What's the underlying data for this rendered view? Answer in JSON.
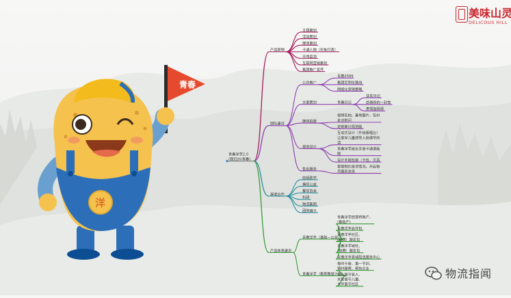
{
  "flag_text": "青春",
  "badge_text": "洋",
  "logo": {
    "cn": "美味山灵",
    "en": "DELICOUS HILL"
  },
  "watermark": "物流指闻",
  "mindmap": {
    "root": {
      "text": [
        "青春洋芋2.0",
        "(我们zhi青春)"
      ],
      "color": "#7a7a7a"
    },
    "branches": [
      {
        "text": "产品营销",
        "color": "#a3175a",
        "children": [
          {
            "text": "主题策划",
            "children": []
          },
          {
            "text": "活动策划",
            "children": []
          },
          {
            "text": "媒体策划",
            "children": []
          },
          {
            "text": "卡通人物（形象打造）",
            "children": []
          },
          {
            "text": "市场监测",
            "children": []
          },
          {
            "text": "互联网营销策划",
            "children": []
          },
          {
            "text": "集团推广宣传",
            "children": []
          }
        ]
      },
      {
        "text": "团队建设",
        "color": "#8e3fb0",
        "children": [
          {
            "text": "公共推广",
            "children": [
              {
                "text": "青春2589",
                "children": []
              },
              {
                "text": "集团定制化路线",
                "children": []
              },
              {
                "text": "网络化营销策略",
                "children": []
              }
            ]
          },
          {
            "text": "文案策划",
            "children": [
              {
                "text": "青春日记",
                "children": [
                  {
                    "text": "扶贫日记",
                    "children": []
                  },
                  {
                    "text": "给爸妈的一封信",
                    "children": []
                  },
                  {
                    "text": "表情指挥报",
                    "children": []
                  }
                ]
              }
            ]
          },
          {
            "text": "媒体拍摄",
            "children": [
              {
                "text": [
                  "视频实拍、基地图片、包衬",
                  "走访慰问"
                ],
                "children": []
              },
              {
                "text": "定制审计规范版",
                "children": []
              }
            ]
          },
          {
            "text": "视觉设计",
            "children": [
              {
                "text": [
                  "互动式设计（升级版幅台）",
                  "让爱学儿童感受入驻佛爷的",
                  "话"
                ],
                "children": []
              },
              {
                "text": [
                  "青春洋芋成长手册卡通漫画",
                  "版"
                ],
                "children": []
              },
              {
                "text": "设计手摇包装（卡包、文具",
                "children": []
              }
            ]
          },
          {
            "text": "售后服务",
            "children": [
              {
                "text": [
                  "首督制约发货情况，开启每",
                  "月服务会员"
                ],
                "children": []
              }
            ]
          }
        ]
      },
      {
        "text": "渠道合作",
        "color": "#2a8fa0",
        "children": [
          {
            "text": "班组助学",
            "children": []
          },
          {
            "text": "捐任公益",
            "children": []
          },
          {
            "text": "餐饮协会",
            "children": []
          },
          {
            "text": "科研",
            "children": []
          },
          {
            "text": "物流集团",
            "children": []
          },
          {
            "text": "团购铺子",
            "children": []
          }
        ]
      },
      {
        "text": "产品体系建设",
        "color": "#3a9a3a",
        "children": [
          {
            "text": "青春洋芋（基础—公益）",
            "children": [
              {
                "text": [
                  "青春洋芋经营特殊产、",
                  "(基础产)"
                ],
                "children": []
              },
              {
                "text": "青春洋芋会作包",
                "children": []
              },
              {
                "text": [
                  "青春洋芋社区、",
                  "(前期）服务包"
                ],
                "children": []
              },
              {
                "text": [
                  "青春洋芋城社、",
                  "(前期）服务包"
                ],
                "children": []
              },
              {
                "text": "青春洋芋县域配送服务中心",
                "children": []
              }
            ]
          },
          {
            "text": "青春洋芋（教育教堂计划）",
            "children": [
              {
                "text": [
                  "每时卡册、第一节训、",
                  "镇村建帮、帮扶企业"
                ],
                "children": []
              },
              {
                "text": [
                  "关心留守老人、",
                  "关爱留守儿童、",
                  "关怀留守社区"
                ],
                "children": []
              }
            ]
          }
        ]
      }
    ]
  }
}
